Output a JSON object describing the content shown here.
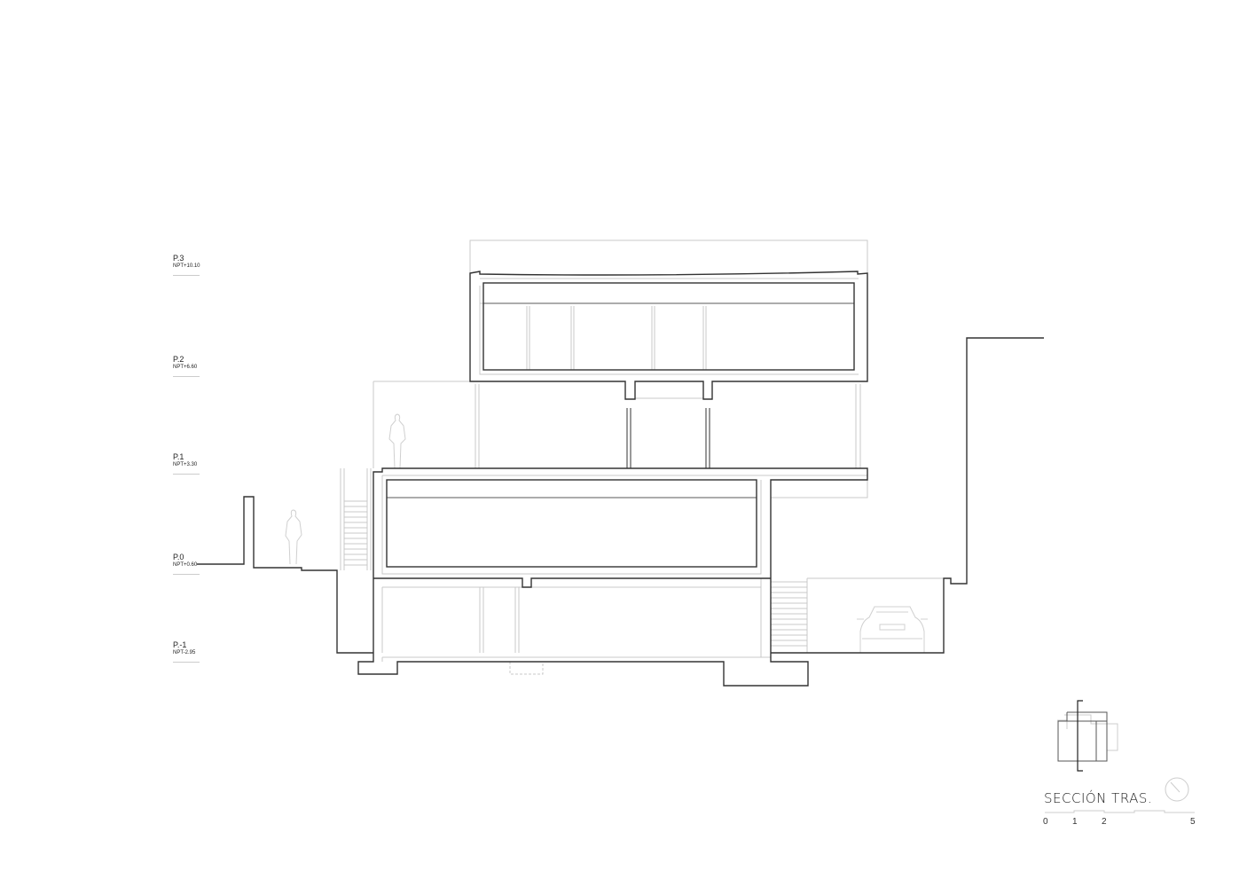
{
  "levels": [
    {
      "name": "P.3",
      "elevation": "NPT+10.10"
    },
    {
      "name": "P.2",
      "elevation": "NPT+6.60"
    },
    {
      "name": "P.1",
      "elevation": "NPT+3.30"
    },
    {
      "name": "P.0",
      "elevation": "NPT+0.60"
    },
    {
      "name": "P.-1",
      "elevation": "NPT-2.95"
    }
  ],
  "title": "SECCIÓN TRAS.",
  "scale_bar": {
    "ticks": [
      "0",
      "1",
      "2",
      "5"
    ]
  },
  "colors": {
    "cut_line": "#333333",
    "projection_line": "#cccccc"
  }
}
